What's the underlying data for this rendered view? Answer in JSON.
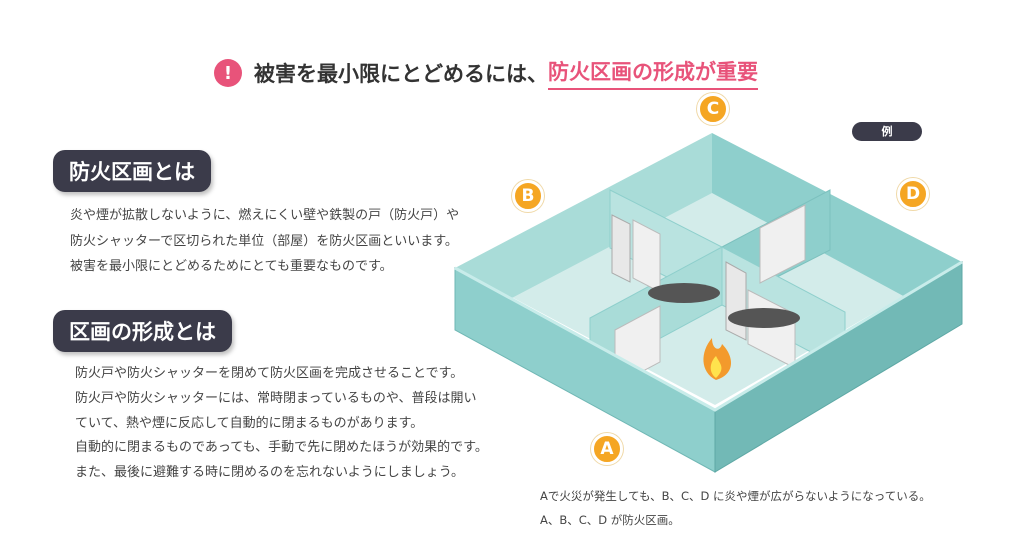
{
  "title": {
    "icon": "exclamation-icon",
    "prefix": "被害を最小限にとどめるには、",
    "highlight": "防火区画の形成が重要"
  },
  "section1": {
    "heading": "防火区画とは",
    "lines": [
      "炎や煙が拡散しないように、燃えにくい壁や鉄製の戸（防火戸）や",
      "防火シャッターで区切られた単位（部屋）を防火区画といいます。",
      "被害を最小限にとどめるためにとても重要なものです。"
    ]
  },
  "section2": {
    "heading": "区画の形成とは",
    "lines": [
      "防火戸や防火シャッターを閉めて防火区画を完成させることです。",
      "防火戸や防火シャッターには、常時閉まっているものや、普段は開い",
      "ていて、熱や煙に反応して自動的に閉まるものがあります。",
      "自動的に閉まるものであっても、手動で先に閉めたほうが効果的です。",
      "また、最後に避難する時に閉めるのを忘れないようにしましょう。"
    ]
  },
  "diagram": {
    "badge": "例",
    "labels": {
      "a": "A",
      "b": "B",
      "c": "C",
      "d": "D"
    },
    "caption": [
      "Aで火災が発生しても、B、C、D に炎や煙が広がらないようになっている。",
      "A、B、C、D が防火区画。"
    ],
    "colors": {
      "wall": "#8ecfcc",
      "wall_dark": "#6fb7b4",
      "floor": "#d3ecea",
      "label": "#f5a623",
      "accent": "#e8537a"
    }
  }
}
